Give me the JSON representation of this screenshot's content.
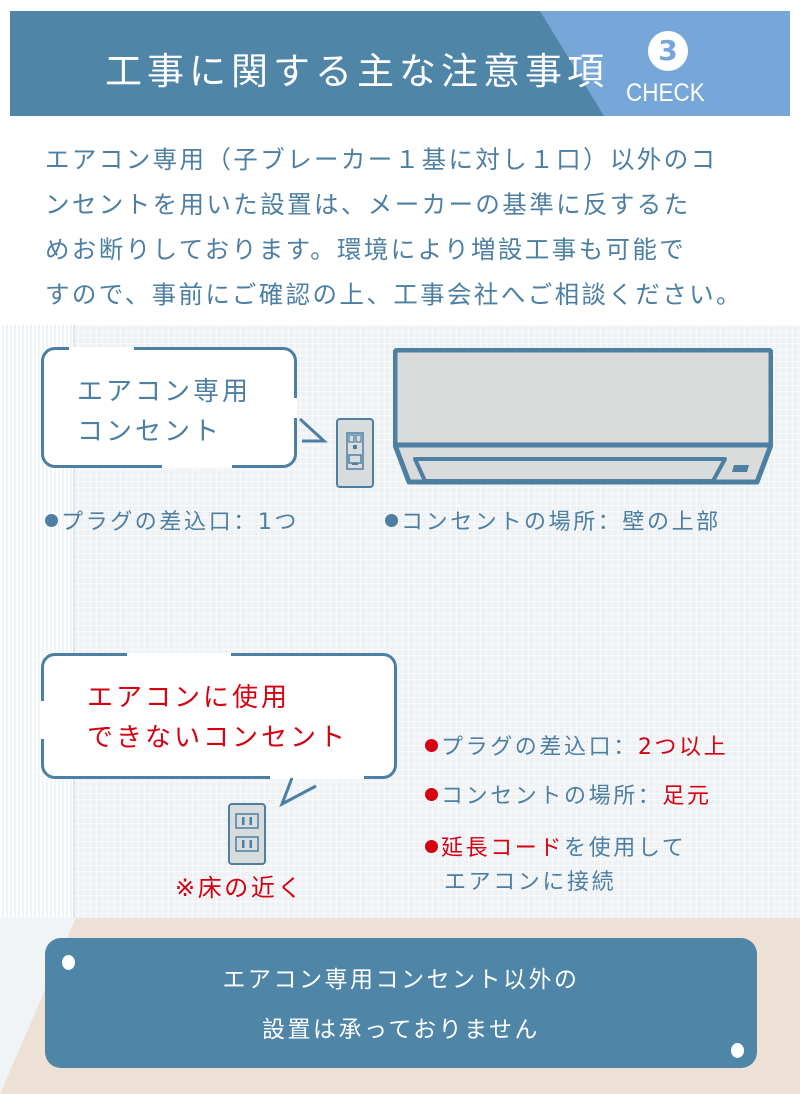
{
  "header": {
    "title": "工事に関する主な注意事項",
    "badge_number": "3",
    "badge_label": "CHECK",
    "colors": {
      "banner": "#4f86a8",
      "accent": "#76a7d8"
    }
  },
  "intro": {
    "lines": [
      "エアコン専用（子ブレーカー１基に対し１口）以外のコ",
      "ンセントを用いた設置は、メーカーの基準に反するた",
      "めお断りしております。環境により増設工事も可能で",
      "すので、事前にご確認の上、工事会社へご相談ください。"
    ]
  },
  "ok_section": {
    "bubble_lines": [
      "エアコン専用",
      "コンセント"
    ],
    "bullets": [
      {
        "label": "プラグの差込口：",
        "value": "1つ"
      },
      {
        "label": "コンセントの場所：",
        "value": "壁の上部"
      }
    ]
  },
  "ng_section": {
    "bubble_lines": [
      "エアコンに使用",
      "できないコンセント"
    ],
    "outlet_note": "※床の近く",
    "bullets": [
      {
        "label": "プラグの差込口：",
        "value": "2つ以上"
      },
      {
        "label": "コンセントの場所：",
        "value": "足元"
      },
      {
        "highlight": "延長コード",
        "label": "を使用して",
        "line2": "エアコンに接続"
      }
    ]
  },
  "notice": {
    "lines": [
      "エアコン専用コンセント以外の",
      "設置は承っておりません"
    ]
  },
  "colors": {
    "text_blue": "#4d7fa3",
    "alert_red": "#d6000f",
    "floor": "#ede1d6",
    "wall": "#eef2f5"
  }
}
